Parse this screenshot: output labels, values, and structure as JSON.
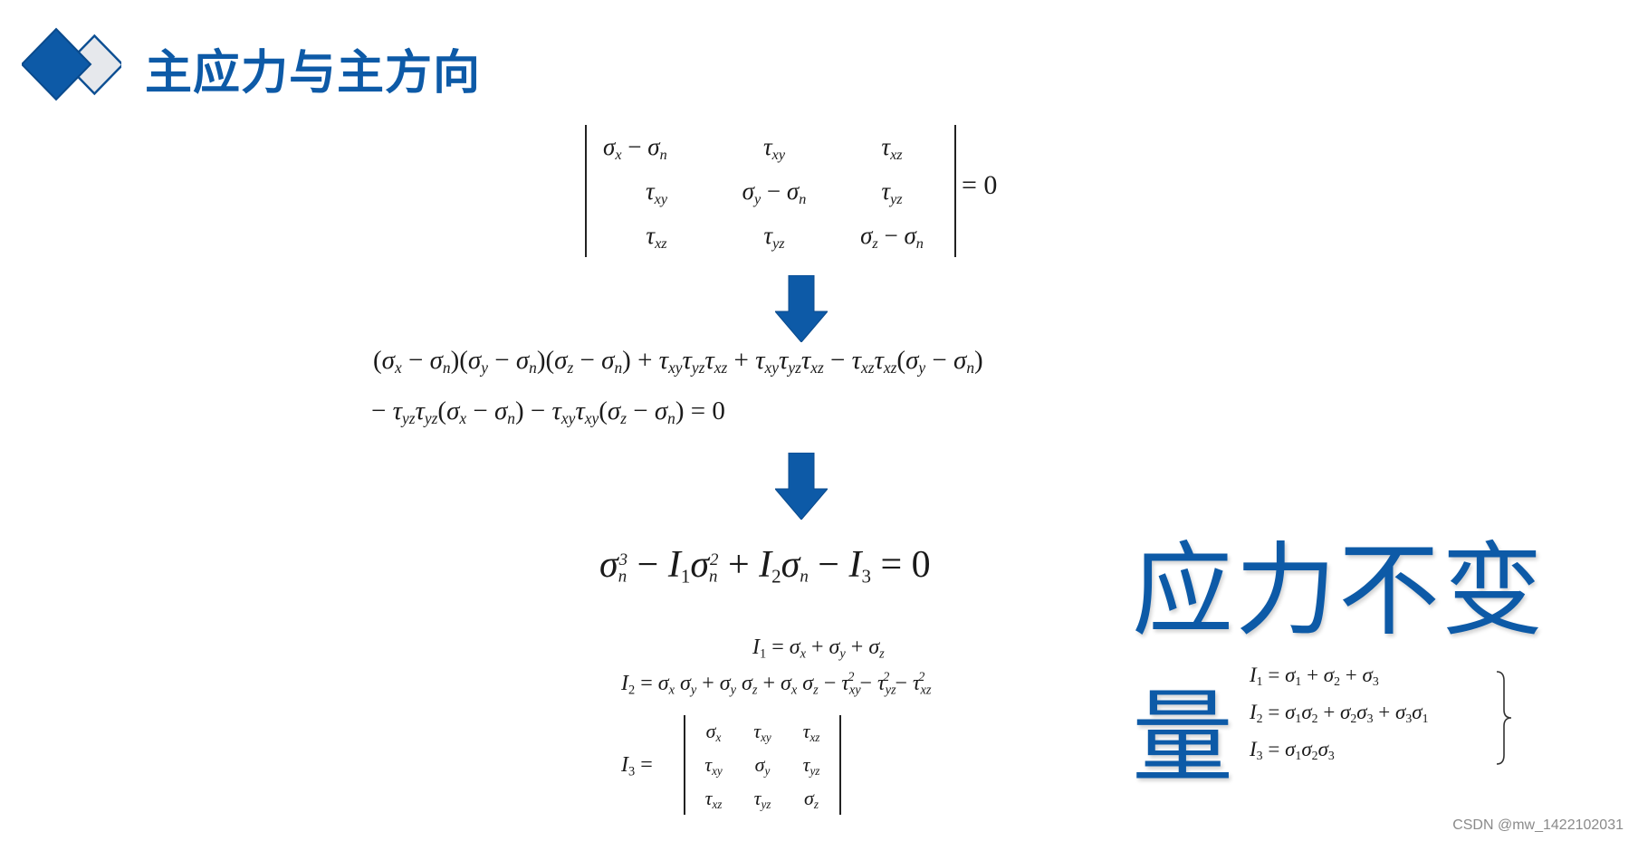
{
  "header": {
    "title": "主应力与主方向",
    "logo_icon": "double-diamond-icon",
    "accent_color": "#0d5aa7"
  },
  "determinant": {
    "rows": [
      [
        "σx − σn",
        "τxy",
        "τxz"
      ],
      [
        "τxy",
        "σy − σn",
        "τyz"
      ],
      [
        "τxz",
        "τyz",
        "σz − σn"
      ]
    ],
    "equals": "= 0"
  },
  "arrows": [
    "down-arrow-icon",
    "down-arrow-icon"
  ],
  "expansion": {
    "line1": "(σx − σn)(σy − σn)(σz − σn) + τxy τyz τxz + τxy τyz τxz − τxz τxz (σy − σn)",
    "line2": "− τyz τyz (σx − σn) − τxy τxy (σz − σn) = 0"
  },
  "characteristic_equation": "σn³ − I1 σn² + I2 σn − I3 = 0",
  "invariants": {
    "I1": "I1 = σx + σy + σz",
    "I2": "I2 = σx σy + σy σz + σx σz − τxy² − τyz² − τxz²",
    "I3_label": "I3 =",
    "I3_matrix": [
      [
        "σx",
        "τxy",
        "τxz"
      ],
      [
        "τxy",
        "σy",
        "τyz"
      ],
      [
        "τxz",
        "τyz",
        "σz"
      ]
    ]
  },
  "highlight_label": "应力不变量",
  "principal_invariants": {
    "I1": "I1 = σ1 + σ2 + σ3",
    "I2": "I2 = σ1σ2 + σ2σ3 + σ3σ1",
    "I3": "I3 = σ1σ2σ3"
  },
  "watermark": "CSDN @mw_1422102031"
}
